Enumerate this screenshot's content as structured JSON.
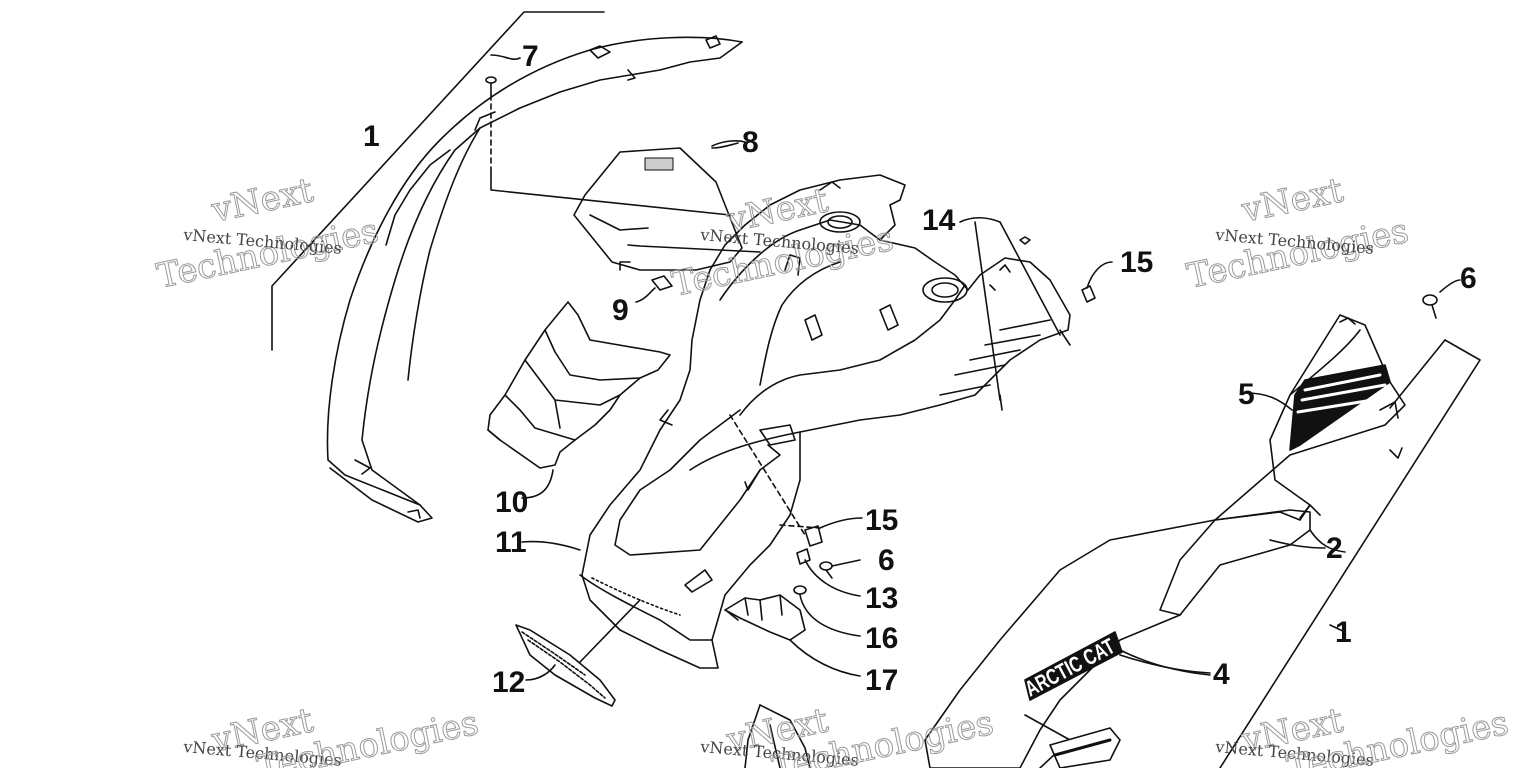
{
  "diagram": {
    "callouts": [
      {
        "id": "c1a",
        "label": "1"
      },
      {
        "id": "c7",
        "label": "7"
      },
      {
        "id": "c8",
        "label": "8"
      },
      {
        "id": "c9",
        "label": "9"
      },
      {
        "id": "c10",
        "label": "10"
      },
      {
        "id": "c11",
        "label": "11"
      },
      {
        "id": "c12",
        "label": "12"
      },
      {
        "id": "c14",
        "label": "14"
      },
      {
        "id": "c15a",
        "label": "15"
      },
      {
        "id": "c15b",
        "label": "15"
      },
      {
        "id": "c6a",
        "label": "6"
      },
      {
        "id": "c6b",
        "label": "6"
      },
      {
        "id": "c13",
        "label": "13"
      },
      {
        "id": "c16",
        "label": "16"
      },
      {
        "id": "c17",
        "label": "17"
      },
      {
        "id": "c5",
        "label": "5"
      },
      {
        "id": "c2",
        "label": "2"
      },
      {
        "id": "c1b",
        "label": "1"
      },
      {
        "id": "c4",
        "label": "4"
      }
    ],
    "decal_text": "ARCTIC CAT",
    "watermark": {
      "small": "vNext Technologies",
      "big_line1": "vNext",
      "big_line2": "Technologies"
    }
  },
  "colors": {
    "line": "#111111",
    "watermark": "#9a9a9a",
    "decal_fill": "#111111"
  }
}
